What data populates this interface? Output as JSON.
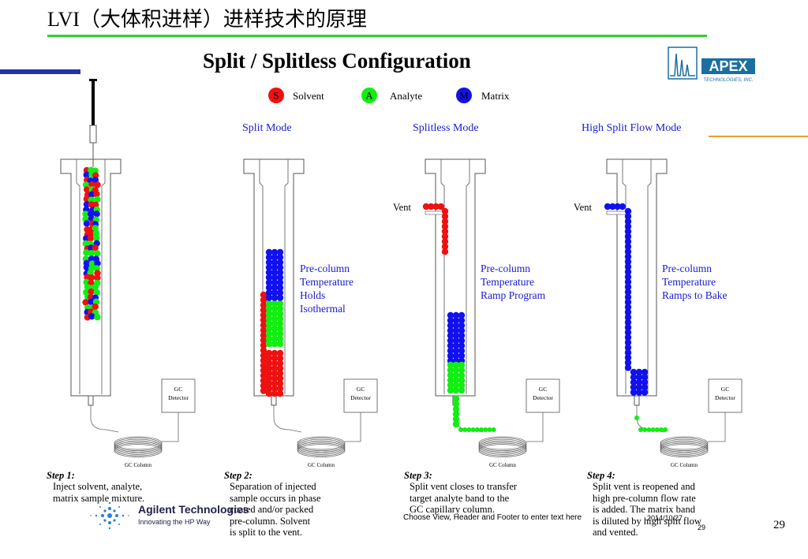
{
  "slide_title": "LVI（大体积进样）进样技术的原理",
  "main_title": "Split / Splitless Configuration",
  "logo": {
    "brand": "APEX",
    "sub": "TECHNOLOGIES, INC."
  },
  "legend": [
    {
      "letter": "S",
      "label": "Solvent",
      "color": "#ee1111"
    },
    {
      "letter": "A",
      "label": "Analyte",
      "color": "#11ee11"
    },
    {
      "letter": "M",
      "label": "Matrix",
      "color": "#1111ee"
    }
  ],
  "modes": {
    "split": "Split Mode",
    "splitless": "Splitless Mode",
    "high_split": "High Split Flow Mode"
  },
  "annotations": {
    "split": "Pre-column\nTemperature\nHolds\nIsothermal",
    "splitless": "Pre-column\nTemperature\nRamp Program",
    "high_split": "Pre-column\nTemperature\nRamps to Bake"
  },
  "vent_label": "Vent",
  "detector": {
    "line1": "GC",
    "line2": "Detector"
  },
  "column_label": "GC Column",
  "steps": [
    {
      "title": "Step 1:",
      "text": "Inject solvent, analyte,\nmatrix sample mixture."
    },
    {
      "title": "Step 2:",
      "text": "Separation of injected\nsample occurs in phase\ncoated and/or packed\npre-column. Solvent\nis split to the vent."
    },
    {
      "title": "Step 3:",
      "text": "Split vent closes to transfer\ntarget analyte band to the\nGC capillary column."
    },
    {
      "title": "Step 4:",
      "text": "Split vent is reopened and\nhigh pre-column flow rate\nis added. The matrix band\nis diluted by high split flow\nand vented."
    }
  ],
  "footer": {
    "note": "Choose View, Header and Footer to enter text here",
    "date": "2014/10/27",
    "small_num": "29",
    "page_num": "29"
  },
  "agilent": {
    "name": "Agilent Technologies",
    "tagline": "Innovating the HP Way"
  }
}
